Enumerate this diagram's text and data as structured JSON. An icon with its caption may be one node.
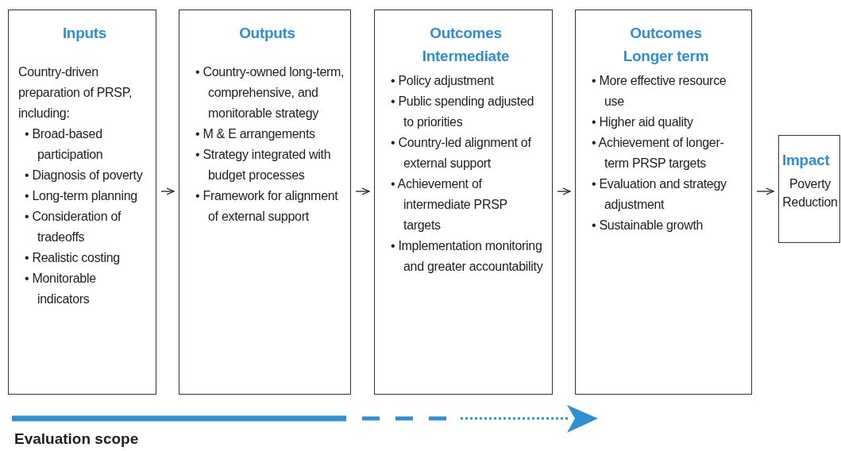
{
  "diagram": {
    "nodes": [
      {
        "text": [
          "Inputs",
          "Country-driven preparation of PRSP, including:",
          "• Broad-based participation",
          "• Diagnosis of poverty",
          "• Long-term planning",
          "• Consideration of tradeoffs",
          "• Realistic costing",
          "• Monitorable indicators"
        ]
      },
      {
        "text": [
          "Outputs",
          "• Country-owned long-term, comprehensive, and monitorable strategy",
          "• M & E arrangements",
          "• Strategy integrated with budget processes",
          "• Framework for alignment of external support"
        ]
      },
      {
        "text": [
          "Outcomes Intermediate",
          "• Policy adjustment",
          "• Public spending adjusted to priorities",
          "• Country-led alignment of external support",
          "• Achievement of intermediate PRSP targets",
          "• Implementation monitoring and greater accountability"
        ]
      },
      {
        "text": [
          "Outcomes Longer term",
          "• More effective resource use",
          "• Higher aid quality",
          "• Achievement of longer-term PRSP targets",
          "• Evaluation and strategy adjustment",
          "• Sustainable growth"
        ]
      },
      {
        "text": [
          "Impact",
          "Poverty Reduction"
        ]
      }
    ],
    "edges": [
      {
        "from": 0,
        "to": 1,
        "arrow": "to"
      },
      {
        "from": 1,
        "to": 2,
        "arrow": "to"
      },
      {
        "from": 2,
        "to": 3,
        "arrow": "to"
      },
      {
        "from": 3,
        "to": 4,
        "arrow": "to"
      }
    ],
    "labels": [
      "Evaluation scope"
    ]
  }
}
